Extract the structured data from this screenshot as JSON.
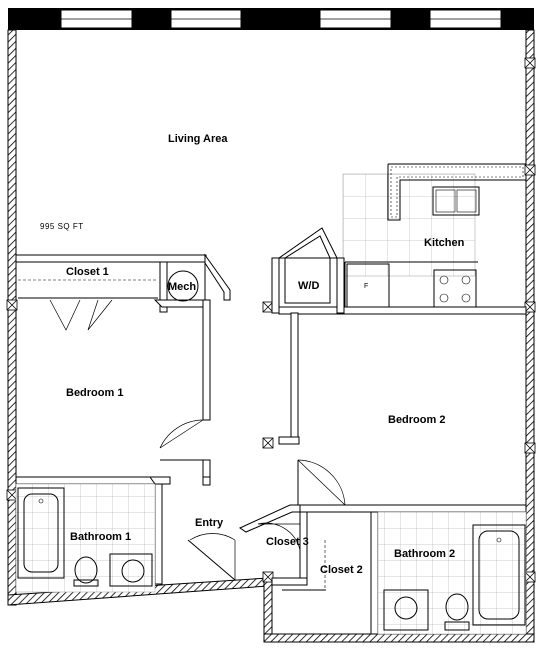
{
  "plan": {
    "area_label": "995 SQ FT",
    "rooms": {
      "living_area": "Living Area",
      "kitchen": "Kitchen",
      "closet_1": "Closet 1",
      "mech": "Mech",
      "wd": "W/D",
      "bedroom_1": "Bedroom 1",
      "bedroom_2": "Bedroom 2",
      "bathroom_1": "Bathroom 1",
      "entry": "Entry",
      "closet_3": "Closet 3",
      "closet_2": "Closet 2",
      "bathroom_2": "Bathroom 2"
    },
    "colors": {
      "wall_hatch": "#000000",
      "tile_line": "#9a9a9a",
      "background": "#ffffff"
    }
  }
}
